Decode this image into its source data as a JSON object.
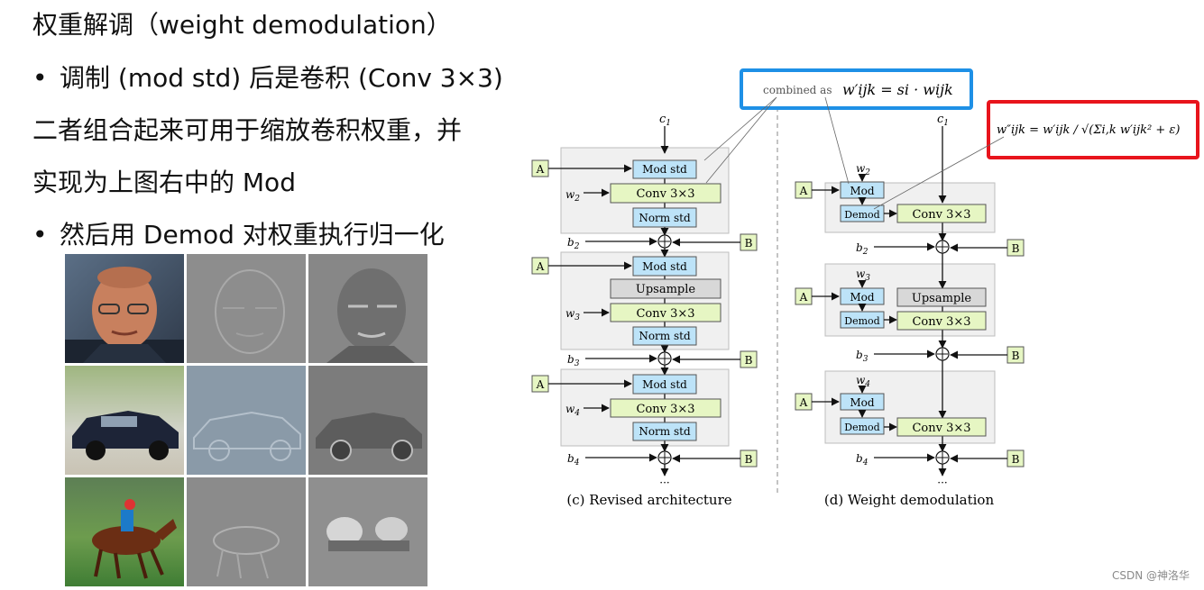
{
  "slide": {
    "title": "权重解调（weight demodulation）",
    "bullets": [
      "调制 (mod std) 后是卷积 (Conv 3×3)",
      "二者组合起来可用于缩放卷积权重，并",
      "实现为上图右中的 Mod",
      "然后用 Demod 对权重执行归一化"
    ],
    "bullet_marker": "•"
  },
  "image_grid": {
    "rows": [
      "portrait",
      "car",
      "racehorse"
    ],
    "columns": 3
  },
  "diagram": {
    "left_caption": "(c) Revised architecture",
    "right_caption": "(d) Weight demodulation",
    "blocks": {
      "mod_std": "Mod std",
      "conv": "Conv 3×3",
      "norm_std": "Norm std",
      "upsample": "Upsample",
      "mod": "Mod",
      "demod": "Demod",
      "A": "A",
      "B": "B"
    },
    "var_labels": {
      "c": "c",
      "c_sub": "1",
      "w": "w",
      "b": "b",
      "sub2": "2",
      "sub3": "3",
      "sub4": "4"
    },
    "ellipsis": "···",
    "callout_blue": {
      "lead": "combined as",
      "formula": "w′ijk = si · wijk",
      "border_color": "#1e90e6"
    },
    "callout_red": {
      "formula": "w″ijk = w′ijk / √(Σi,k w′ijk² + ε)",
      "border_color": "#e8141c"
    },
    "colors": {
      "blue_block": "#bde3f8",
      "green_block": "#e6f6c3",
      "gray_block": "#d8d8d8",
      "panel": "#f0f0f0"
    }
  },
  "watermark": "CSDN @神洛华"
}
